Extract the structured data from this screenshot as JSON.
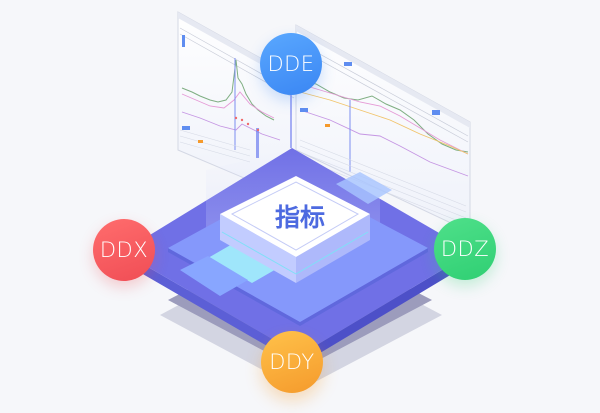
{
  "illustration": {
    "center_label": "指标",
    "badges": [
      {
        "id": "dde",
        "label": "DDE",
        "color": "#3a86f3"
      },
      {
        "id": "ddx",
        "label": "DDX",
        "color": "#f04d55"
      },
      {
        "id": "ddz",
        "label": "DDZ",
        "color": "#2fcf73"
      },
      {
        "id": "ddy",
        "label": "DDY",
        "color": "#f59a2c"
      }
    ],
    "panels": [
      {
        "id": "left-chart-panel",
        "content": "stock-candlestick-chart"
      },
      {
        "id": "right-chart-panel",
        "content": "stock-candlestick-chart"
      }
    ],
    "colors": {
      "background": "#f6f7fa",
      "platform_top": "#7b86f5",
      "platform_side": "#5c5fd6",
      "platform_shadow": "#9c9cbc",
      "tile_light": "#88a6ff",
      "tile_cyan": "#9fe6fb",
      "chip_top": "#ffffff",
      "chip_side": "#b9c7ff",
      "label_color": "#4d6ae0"
    }
  }
}
